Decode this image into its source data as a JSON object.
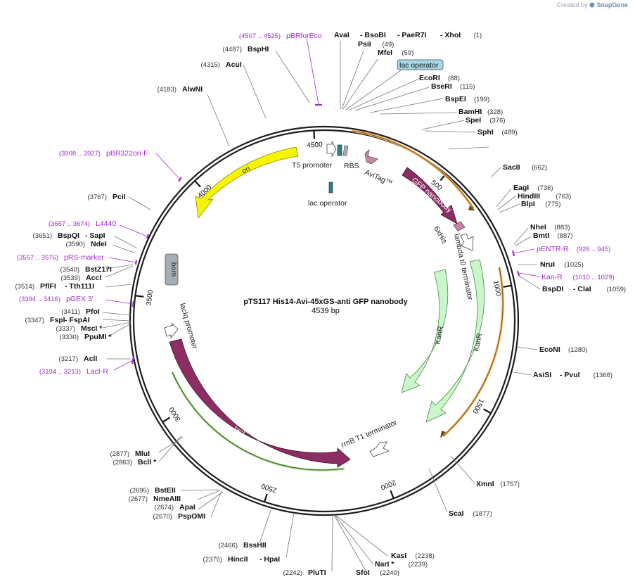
{
  "credit": {
    "prefix": "Created by",
    "brand": "SnapGene"
  },
  "plasmid": {
    "name": "pTS117 His14-Avi-45xGS-anti GFP nanobody",
    "size_label": "4539 bp",
    "length": 4539
  },
  "ticks": [
    "500",
    "1000",
    "1500",
    "2000",
    "2500",
    "3000",
    "3500",
    "4000",
    "4500"
  ],
  "features": [
    {
      "name": "ori",
      "color": "#f5f500"
    },
    {
      "name": "bom",
      "color": "#a5adb5"
    },
    {
      "name": "T5 promoter",
      "color": "#ffffff"
    },
    {
      "name": "RBS",
      "color": "#a5adb5"
    },
    {
      "name": "lac operator",
      "color": "#2e7d8a"
    },
    {
      "name": "AviTag™",
      "color": "#c38aa8"
    },
    {
      "name": "GFP nanobody",
      "color": "#8c2e63"
    },
    {
      "name": "6xHis",
      "color": "#c38aa8"
    },
    {
      "name": "lambda t0 terminator",
      "color": "#ffffff"
    },
    {
      "name": "KanR",
      "color": "#c9f7c9"
    },
    {
      "name": "rrnB T1 terminator",
      "color": "#ffffff"
    },
    {
      "name": "lacI",
      "color": "#8c2e63"
    },
    {
      "name": "lacIq promoter",
      "color": "#ffffff"
    }
  ],
  "sites": [
    {
      "name": "AvaI",
      "pos": ""
    },
    {
      "name": "- BsoBI",
      "pos": ""
    },
    {
      "name": "- PaeR7I",
      "pos": ""
    },
    {
      "name": "- XhoI",
      "pos": "(1)"
    },
    {
      "name": "PsiI",
      "pos": "(49)"
    },
    {
      "name": "MfeI",
      "pos": "(59)"
    },
    {
      "name": "lac operator",
      "pos": ""
    },
    {
      "name": "EcoRI",
      "pos": "(88)"
    },
    {
      "name": "BseRI",
      "pos": "(115)"
    },
    {
      "name": "BspEI",
      "pos": "(199)"
    },
    {
      "name": "BamHI",
      "pos": "(328)"
    },
    {
      "name": "SpeI",
      "pos": "(376)"
    },
    {
      "name": "SphI",
      "pos": "(489)"
    },
    {
      "name": "SacII",
      "pos": "(662)"
    },
    {
      "name": "EagI",
      "pos": "(736)"
    },
    {
      "name": "HindIII",
      "pos": "(763)"
    },
    {
      "name": "BlpI",
      "pos": "(775)"
    },
    {
      "name": "NheI",
      "pos": "(883)"
    },
    {
      "name": "BmtI",
      "pos": "(887)"
    },
    {
      "name": "pENTR-R",
      "pos": "(926 .. 945)"
    },
    {
      "name": "NruI",
      "pos": "(1025)"
    },
    {
      "name": "Kan-R",
      "pos": "(1010 .. 1029)"
    },
    {
      "name": "BspDI",
      "pos": ""
    },
    {
      "name": "- ClaI",
      "pos": "(1059)"
    },
    {
      "name": "EcoNI",
      "pos": "(1280)"
    },
    {
      "name": "AsiSI",
      "pos": ""
    },
    {
      "name": "- PvuI",
      "pos": "(1368)"
    },
    {
      "name": "XmnI",
      "pos": "(1757)"
    },
    {
      "name": "ScaI",
      "pos": "(1877)"
    },
    {
      "name": "KasI",
      "pos": "(2238)"
    },
    {
      "name": "NarI *",
      "pos": "(2239)"
    },
    {
      "name": "SfoI",
      "pos": "(2240)"
    },
    {
      "name": "PluTI",
      "pos": "(2242)"
    },
    {
      "name": "HincII",
      "pos": "(2375)"
    },
    {
      "name": "- HpaI",
      "pos": ""
    },
    {
      "name": "BssHII",
      "pos": "(2466)"
    },
    {
      "name": "PspOMI",
      "pos": "(2670)"
    },
    {
      "name": "ApaI",
      "pos": "(2674)"
    },
    {
      "name": "NmeAIII",
      "pos": "(2677)"
    },
    {
      "name": "BstEII",
      "pos": "(2695)"
    },
    {
      "name": "BclI *",
      "pos": "(2863)"
    },
    {
      "name": "MluI",
      "pos": "(2877)"
    },
    {
      "name": "LacI-R",
      "pos": "(3194 .. 3213)"
    },
    {
      "name": "AclI",
      "pos": "(3217)"
    },
    {
      "name": "PpuMI *",
      "pos": "(3330)"
    },
    {
      "name": "MscI *",
      "pos": "(3337)"
    },
    {
      "name": "FspI",
      "pos": "(3347)"
    },
    {
      "name": "- FspAI",
      "pos": ""
    },
    {
      "name": "PfoI",
      "pos": "(3411)"
    },
    {
      "name": "pGEX 3'",
      "pos": "(3394 .. 3416)"
    },
    {
      "name": "PflFI",
      "pos": "(3514)"
    },
    {
      "name": "- Tth111I",
      "pos": ""
    },
    {
      "name": "AccI",
      "pos": "(3539)"
    },
    {
      "name": "BstZ17I",
      "pos": "(3540)"
    },
    {
      "name": "pRS-marker",
      "pos": "(3557 .. 3576)"
    },
    {
      "name": "NdeI",
      "pos": "(3590)"
    },
    {
      "name": "BspQI",
      "pos": "(3651)"
    },
    {
      "name": "- SapI",
      "pos": ""
    },
    {
      "name": "L4440",
      "pos": "(3657 .. 3674)"
    },
    {
      "name": "PciI",
      "pos": "(3767)"
    },
    {
      "name": "pBR322ori-F",
      "pos": "(3908 .. 3927)"
    },
    {
      "name": "AlwNI",
      "pos": "(4183)"
    },
    {
      "name": "AcuI",
      "pos": "(4315)"
    },
    {
      "name": "BspHI",
      "pos": "(4487)"
    },
    {
      "name": "pBRforEco",
      "pos": "(4507 .. 4525)"
    }
  ]
}
